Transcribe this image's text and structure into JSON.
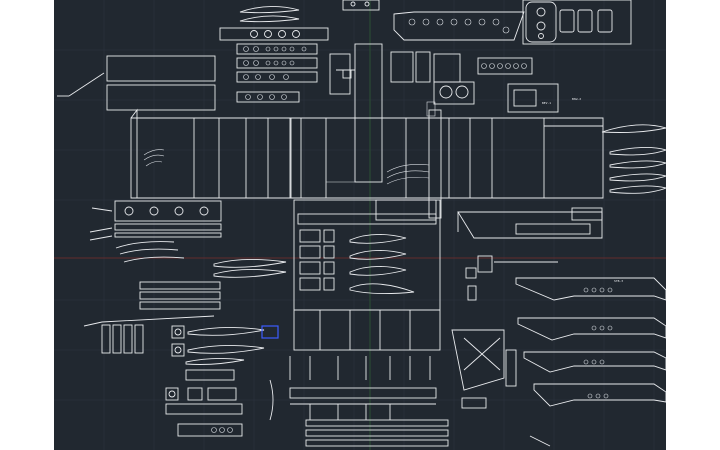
{
  "canvas": {
    "background": "#212830",
    "grid_color": "#2c3440",
    "line_color": "#e8eaed",
    "axis_red": "#7a2c2c",
    "axis_green": "#2e5a36",
    "selection_blue": "#3c5cff"
  },
  "drawing": {
    "part_labels": [
      "BEV-1",
      "BSW-2",
      "STB-3"
    ]
  },
  "icons": [
    "drawing-sheet-icon"
  ]
}
